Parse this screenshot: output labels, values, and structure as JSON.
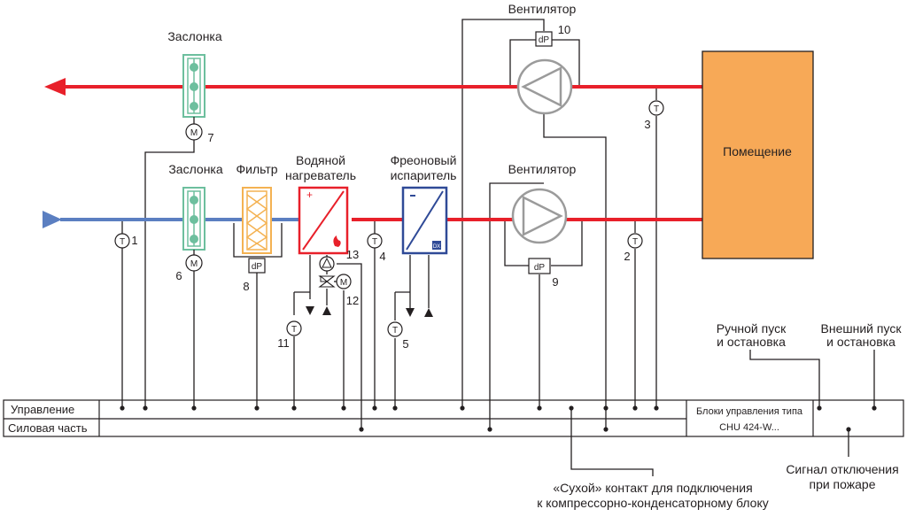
{
  "labels": {
    "fan_top": "Вентилятор",
    "damper_top": "Заслонка",
    "damper_bottom": "Заслонка",
    "filter": "Фильтр",
    "heater_line1": "Водяной",
    "heater_line2": "нагреватель",
    "evap_line1": "Фреоновый",
    "evap_line2": "испаритель",
    "fan_bottom": "Вентилятор",
    "room": "Помещение",
    "manual_line1": "Ручной пуск",
    "manual_line2": "и остановка",
    "external_line1": "Внешний пуск",
    "external_line2": "и остановка",
    "fire_line1": "Сигнал отключения",
    "fire_line2": "при пожаре",
    "dry_line1": "«Сухой» контакт для подключения",
    "dry_line2": "к компрессорно-конденсаторному блоку",
    "row_control": "Управление",
    "row_power": "Силовая часть",
    "ctrl_block_line1": "Блоки управления типа",
    "ctrl_block_line2": "CHU 424-W..."
  },
  "numbers": {
    "n1": "1",
    "n2": "2",
    "n3": "3",
    "n4": "4",
    "n5": "5",
    "n6": "6",
    "n7": "7",
    "n8": "8",
    "n9": "9",
    "n10": "10",
    "n11": "11",
    "n12": "12",
    "n13": "13"
  },
  "symbols": {
    "temp": "T",
    "motor": "M",
    "dp": "dP",
    "dx": "DX"
  },
  "colors": {
    "supply_cold": "#5b7fc1",
    "warm_air": "#e8202a",
    "damper": "#6dbf9e",
    "filter": "#f4b252",
    "heater": "#e8202a",
    "evaporator": "#2f4a97",
    "fan": "#9b9b9b",
    "room_fill": "#f7a957",
    "line": "#231f20"
  }
}
